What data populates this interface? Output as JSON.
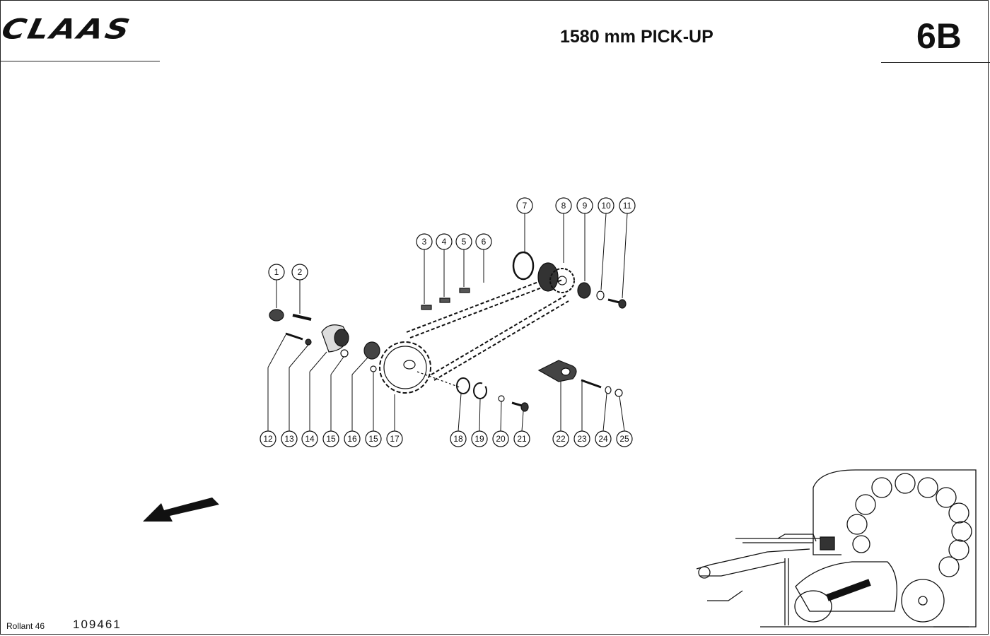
{
  "header": {
    "brand": "CLAAS",
    "title": "1580 mm PICK-UP",
    "section_code": "6B"
  },
  "footer": {
    "model": "Rollant 46",
    "document_number": "109461"
  },
  "callouts": {
    "top_row": [
      "7",
      "8",
      "9",
      "10",
      "11"
    ],
    "mid_row": [
      "3",
      "4",
      "5",
      "6"
    ],
    "upper_left": [
      "1",
      "2"
    ],
    "bottom_row": [
      "12",
      "13",
      "14",
      "15",
      "16",
      "15",
      "17",
      "18",
      "19",
      "20",
      "21",
      "22",
      "23",
      "24",
      "25"
    ]
  }
}
